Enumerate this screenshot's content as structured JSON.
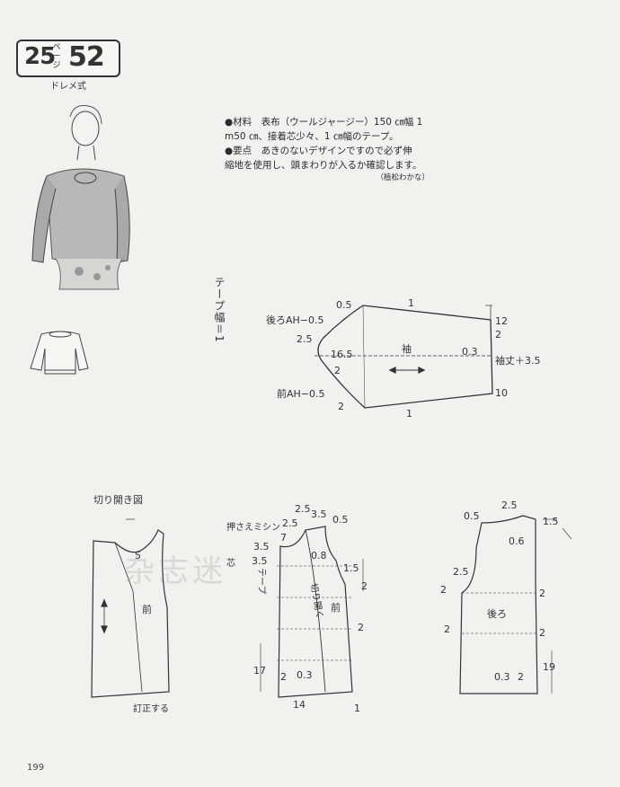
{
  "header": {
    "ref_left": "25",
    "page_label": "ページ",
    "ref_right": "52",
    "style": "ドレメ式"
  },
  "materials": {
    "line1": "●材料　表布（ウールジャージー）150 ㎝幅 1",
    "line2": "m50 ㎝、接着芯少々、1 ㎝幅のテープ。",
    "line3": "●要点　あきのないデザインですので必ず伸",
    "line4": "縮地を使用し、頭まわりが入るか確認します。",
    "credit": "（植松わかな）"
  },
  "tape_label": "テープ幅＝1",
  "sleeve": {
    "name": "袖",
    "back_ah": "後ろAH−0.5",
    "front_ah": "前AH−0.5",
    "m_05": "0.5",
    "m_1_top": "1",
    "m_25": "2.5",
    "m_165": "16.5",
    "m_2_mid": "2",
    "m_2_low": "2",
    "m_03": "0.3",
    "m_12": "12",
    "m_2_right": "2",
    "sleeve_length": "袖丈＋3.5",
    "m_10": "10",
    "m_1_bottom": "1"
  },
  "cutopen": {
    "title": "切り開き図",
    "m_5": "5",
    "label": "前",
    "correction": "訂正する"
  },
  "front": {
    "label": "前",
    "cut_open": "切り開く",
    "tape_note": "テープ",
    "press_stitch": "押さえミシン",
    "interfacing": "芯",
    "m_25": "2.5",
    "m_35_top": "3.5",
    "m_05": "0.5",
    "m_25b": "2.5",
    "m_7": "7",
    "m_35_a": "3.5",
    "m_35_b": "3.5",
    "m_08": "0.8",
    "m_15": "1.5",
    "m_2_side": "2",
    "m_2_mid": "2",
    "m_17": "17",
    "m_2_hem": "2",
    "m_03": "0.3",
    "m_14": "14",
    "m_1": "1"
  },
  "back": {
    "label": "後ろ",
    "m_25_top": "2.5",
    "m_05": "0.5",
    "m_15": "1.5",
    "m_06": "0.6",
    "m_25_side": "2.5",
    "m_2_a": "2",
    "m_2_b": "2",
    "m_2_c": "2",
    "m_2_d": "2",
    "m_19": "19",
    "m_03": "0.3",
    "m_2_hem": "2"
  },
  "watermark": "杂志迷",
  "folio": "199"
}
